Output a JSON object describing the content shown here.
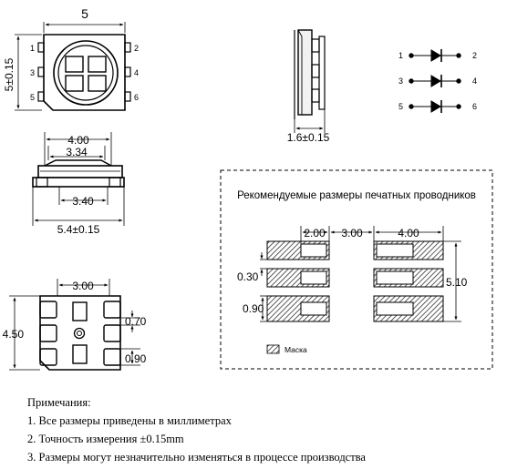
{
  "top_view": {
    "width_label": "5",
    "height_label": "5±0.15",
    "pins_left": [
      "1",
      "3",
      "5"
    ],
    "pins_right": [
      "2",
      "4",
      "6"
    ]
  },
  "side_view": {
    "height_label": "1.6±0.15"
  },
  "schematic": {
    "rows": [
      {
        "left": "1",
        "right": "2"
      },
      {
        "left": "3",
        "right": "4"
      },
      {
        "left": "5",
        "right": "6"
      }
    ]
  },
  "front_view": {
    "dim_top_outer": "4.00",
    "dim_top_inner": "3.34",
    "dim_bottom_inner": "3.40",
    "dim_overall": "5.4±0.15"
  },
  "bottom_view": {
    "dim_width": "3.00",
    "dim_height": "4.50",
    "dim_pad_gap": "0.70",
    "dim_pad_height": "0.90"
  },
  "pcb": {
    "title": "Рекомендуемые размеры печатных проводников",
    "dim_left": "2.00",
    "dim_center": "3.00",
    "dim_right": "4.00",
    "dim_gap": "0.30",
    "dim_pad": "0.90",
    "dim_height": "5.10",
    "legend": "Маска"
  },
  "notes": {
    "heading": "Примечания:",
    "items": [
      "1. Все размеры приведены в миллиметрах",
      "2. Точность измерения ±0.15mm",
      "3. Размеры могут незначительно изменяться в процессе производства"
    ]
  }
}
